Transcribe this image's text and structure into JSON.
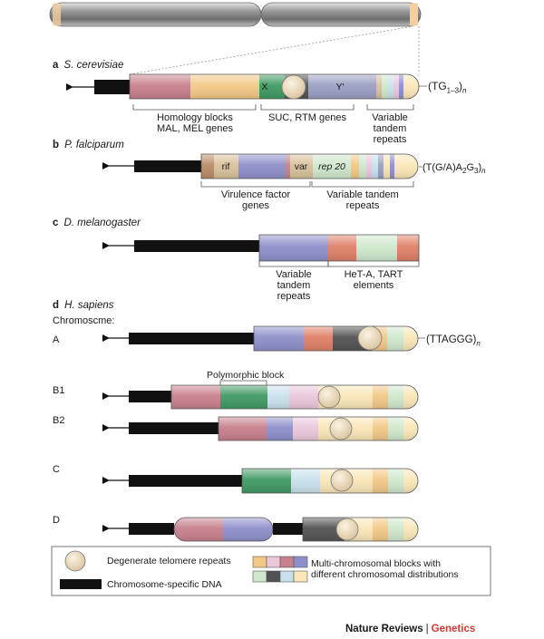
{
  "colors": {
    "pink": "#c7808d",
    "orange": "#f2c886",
    "green": "#3f9a63",
    "darkgray": "#525252",
    "lavender": "#8e8fca",
    "grayblue": "#9a9fc2",
    "lightpink": "#ebc7dc",
    "cream": "#fae7b8",
    "lightgreen": "#cfe8cd",
    "salmon": "#df8066",
    "lightblue": "#c9e1ec",
    "wheat": "#d8c19b",
    "sienna": "#ba8c66",
    "bead": "#ead9b7",
    "brand_red": "#d0392f"
  },
  "panels": {
    "a": {
      "letter": "a",
      "species": "S. cerevisiae",
      "x_label": "X",
      "y_label": "Y′",
      "repeat_prefix": "(TG",
      "repeat_sub": "1–3",
      "repeat_suffix": ")",
      "homology_l1": "Homology blocks",
      "homology_l2": "MAL, MEL genes",
      "suc_label": "SUC, RTM genes",
      "vtr_l1": "Variable",
      "vtr_l2": "tandem",
      "vtr_l3": "repeats"
    },
    "b": {
      "letter": "b",
      "species": "P. falciparum",
      "rif_label": "rif",
      "var_label": "var",
      "rep_label": "rep 20",
      "repeat_text": "(T(G/A)A",
      "repeat_sub1": "2",
      "repeat_mid": "G",
      "repeat_sub2": "3",
      "repeat_suffix": ")",
      "vf_l1": "Virulence factor",
      "vf_l2": "genes",
      "vtr_l1": "Variable tandem",
      "vtr_l2": "repeats"
    },
    "c": {
      "letter": "c",
      "species": "D. melanogaster",
      "vtr_l1": "Variable",
      "vtr_l2": "tandem",
      "vtr_l3": "repeats",
      "het_l1": "HeT-A, TART",
      "het_l2": "elements"
    },
    "d": {
      "letter": "d",
      "species": "H. sapiens",
      "chromosome_label": "Chromoscme:",
      "repeat_prefix": "(TTAGGG)",
      "polymorphic_label": "Polymorphic block",
      "rows": [
        "A",
        "B1",
        "B2",
        "C",
        "D"
      ]
    }
  },
  "legend": {
    "degenerate": "Degenerate telomere repeats",
    "chromosome_specific": "Chromosome-specific DNA",
    "multi_l1": "Multi-chromosomal blocks with",
    "multi_l2": "different chromosomal distributions"
  },
  "footer": {
    "brand": "Nature Reviews",
    "separator": "|",
    "section": "Genetics"
  }
}
